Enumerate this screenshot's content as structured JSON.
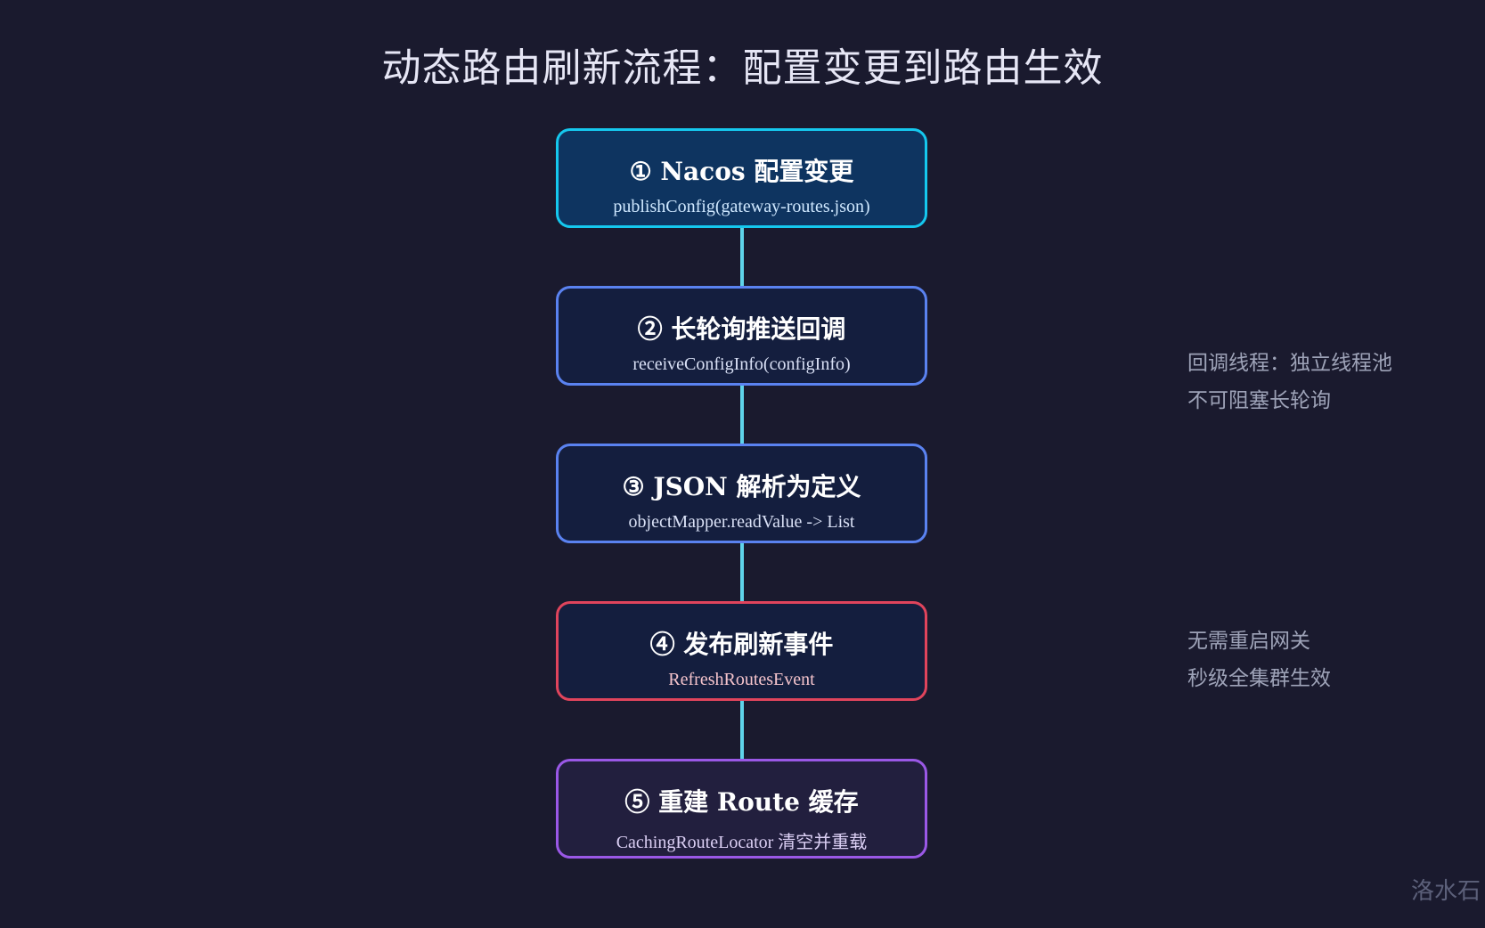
{
  "title": "动态路由刷新流程：配置变更到路由生效",
  "steps": [
    {
      "head": "① Nacos 配置变更",
      "sub": "publishConfig(gateway-routes.json)",
      "border_color": "#15c8ee"
    },
    {
      "head": "② 长轮询推送回调",
      "sub": "receiveConfigInfo(configInfo)",
      "border_color": "#5a82f0"
    },
    {
      "head": "③ JSON 解析为定义",
      "sub": "objectMapper.readValue -> List",
      "border_color": "#5a82f0"
    },
    {
      "head": "④ 发布刷新事件",
      "sub": "RefreshRoutesEvent",
      "border_color": "#e0445c"
    },
    {
      "head": "⑤ 重建 Route 缓存",
      "sub": "CachingRouteLocator 清空并重载",
      "border_color": "#9a58e6"
    }
  ],
  "notes": [
    {
      "line1": "回调线程：独立线程池",
      "line2": "不可阻塞长轮询"
    },
    {
      "line1": "无需重启网关",
      "line2": "秒级全集群生效"
    }
  ],
  "watermark": "洛水石",
  "colors": {
    "background": "#1a1a2e",
    "connector": "#5fd4ea"
  }
}
